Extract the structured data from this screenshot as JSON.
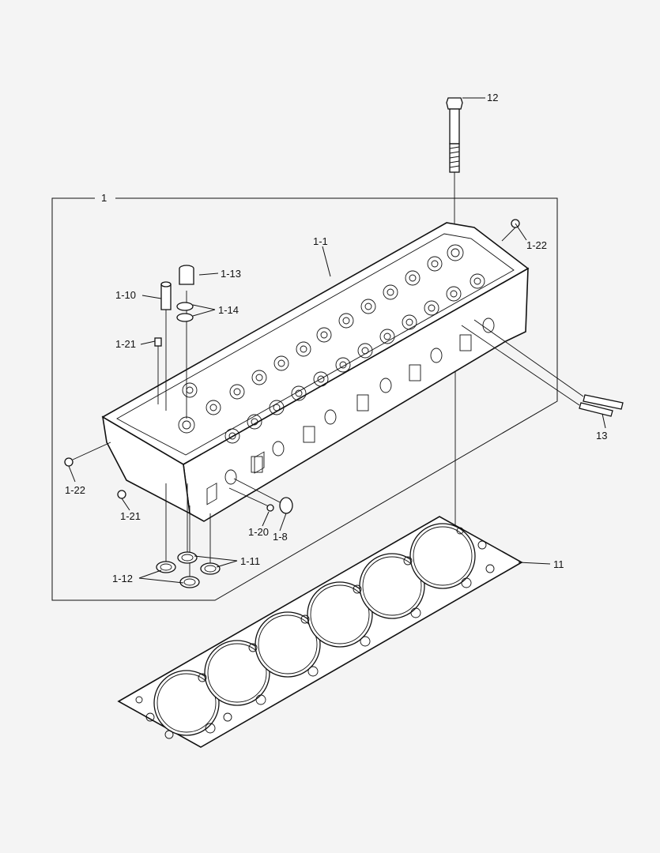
{
  "labels": {
    "l1": "1",
    "l1_1": "1-1",
    "l1_8": "1-8",
    "l1_10": "1-10",
    "l1_11": "1-11",
    "l1_12": "1-12",
    "l1_13": "1-13",
    "l1_14": "1-14",
    "l1_20": "1-20",
    "l1_21a": "1-21",
    "l1_21b": "1-21",
    "l1_22a": "1-22",
    "l1_22b": "1-22",
    "l11": "11",
    "l12": "12",
    "l13": "13"
  },
  "colors": {
    "background": "#f4f4f4",
    "line": "#111111",
    "part_fill": "#ffffff"
  }
}
